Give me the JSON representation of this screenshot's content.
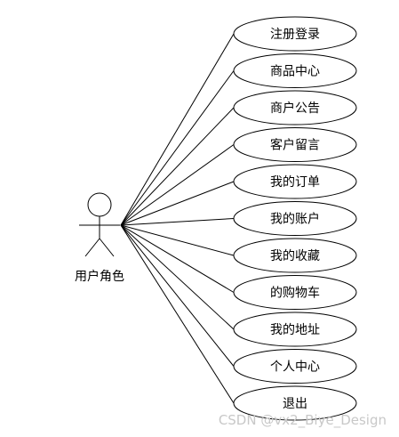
{
  "actor": {
    "label": "用户角色"
  },
  "use_cases": [
    {
      "label": "注册登录"
    },
    {
      "label": "商品中心"
    },
    {
      "label": "商户公告"
    },
    {
      "label": "客户留言"
    },
    {
      "label": "我的订单"
    },
    {
      "label": "我的账户"
    },
    {
      "label": "我的收藏"
    },
    {
      "label": "的购物车"
    },
    {
      "label": "我的地址"
    },
    {
      "label": "个人中心"
    },
    {
      "label": "退出"
    }
  ],
  "watermark": {
    "text": "CSDN @vx2_Biye_Design"
  },
  "colors": {
    "stroke": "#000000",
    "use_case_fill": "#ffffff",
    "watermark": "#c8c8c8"
  }
}
